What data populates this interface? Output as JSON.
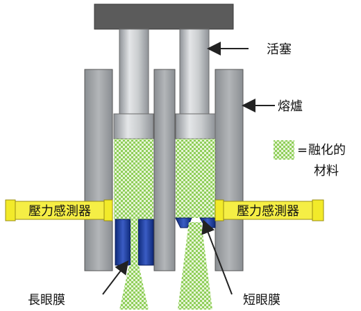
{
  "labels": {
    "piston": "活塞",
    "barrel": "熔爐",
    "legend_eq": "=",
    "legend_line1": "融化的",
    "legend_line2": "材料",
    "sensor_left": "壓力感測器",
    "sensor_right": "壓力感測器",
    "long_die": "長眼膜",
    "short_die": "短眼膜"
  },
  "colors": {
    "plate": "#5a5a5a",
    "barrel": "#9a9ea2",
    "piston": "#b9bcbf",
    "melt": "#8fce5a",
    "melt_light": "#e6f5d5",
    "sensor": "#f2ea2a",
    "die": "#1f3c9e"
  }
}
